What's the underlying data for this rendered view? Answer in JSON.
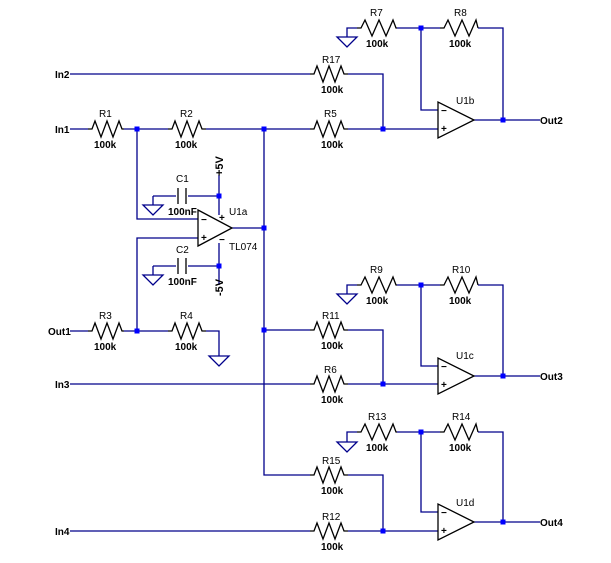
{
  "colors": {
    "wire": "#00008b",
    "junction": "#0000ff",
    "part": "#000000"
  },
  "nets": {
    "in1": "In1",
    "in2": "In2",
    "in3": "In3",
    "in4": "In4",
    "out1": "Out1",
    "out2": "Out2",
    "out3": "Out3",
    "out4": "Out4"
  },
  "power": {
    "pos": "+5V",
    "neg": "-5V"
  },
  "opamp_part": "TL074",
  "opamps": {
    "u1a": "U1a",
    "u1b": "U1b",
    "u1c": "U1c",
    "u1d": "U1d"
  },
  "resistors": {
    "r1": {
      "ref": "R1",
      "value": "100k"
    },
    "r2": {
      "ref": "R2",
      "value": "100k"
    },
    "r3": {
      "ref": "R3",
      "value": "100k"
    },
    "r4": {
      "ref": "R4",
      "value": "100k"
    },
    "r5": {
      "ref": "R5",
      "value": "100k"
    },
    "r6": {
      "ref": "R6",
      "value": "100k"
    },
    "r7": {
      "ref": "R7",
      "value": "100k"
    },
    "r8": {
      "ref": "R8",
      "value": "100k"
    },
    "r9": {
      "ref": "R9",
      "value": "100k"
    },
    "r10": {
      "ref": "R10",
      "value": "100k"
    },
    "r11": {
      "ref": "R11",
      "value": "100k"
    },
    "r12": {
      "ref": "R12",
      "value": "100k"
    },
    "r13": {
      "ref": "R13",
      "value": "100k"
    },
    "r14": {
      "ref": "R14",
      "value": "100k"
    },
    "r15": {
      "ref": "R15",
      "value": "100k"
    },
    "r17": {
      "ref": "R17",
      "value": "100k"
    }
  },
  "capacitors": {
    "c1": {
      "ref": "C1",
      "value": "100nF"
    },
    "c2": {
      "ref": "C2",
      "value": "100nF"
    }
  },
  "signs": {
    "minus": "−",
    "plus": "+"
  }
}
